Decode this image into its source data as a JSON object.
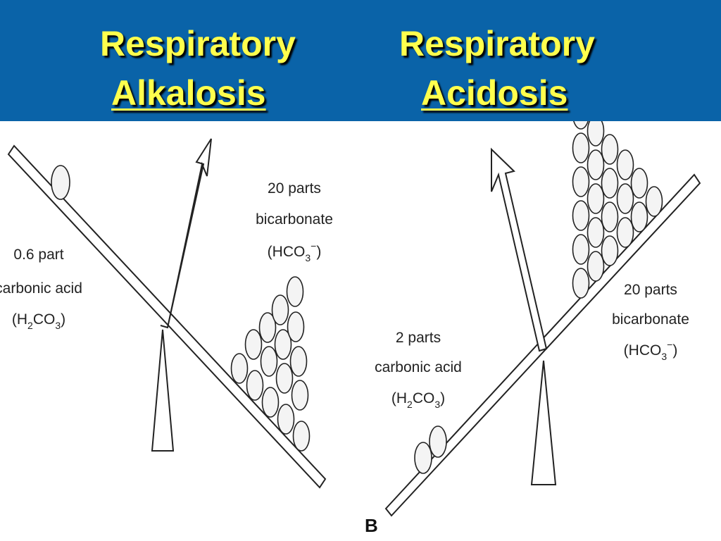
{
  "titles": {
    "left_line1": "Respiratory",
    "left_line2": "Alkalosis",
    "right_line1": "Respiratory",
    "right_line2": "Acidosis"
  },
  "left_panel": {
    "acid_label": [
      "0.6 part",
      "carbonic acid",
      "(H",
      "2",
      "CO",
      "3",
      ")"
    ],
    "base_label": [
      "20 parts",
      "bicarbonate",
      "(HCO",
      "3",
      "−",
      ")"
    ]
  },
  "right_panel": {
    "acid_label": [
      "2 parts",
      "carbonic acid",
      "(H",
      "2",
      "CO",
      "3",
      ")"
    ],
    "base_label": [
      "20 parts",
      "bicarbonate",
      "(HCO",
      "3",
      "−",
      ")"
    ]
  },
  "panel_letter": "B",
  "colors": {
    "header_bg": "#0a63a8",
    "title_text": "#ffff4d",
    "line": "#222222",
    "ball_fill": "#f4f4f4"
  }
}
